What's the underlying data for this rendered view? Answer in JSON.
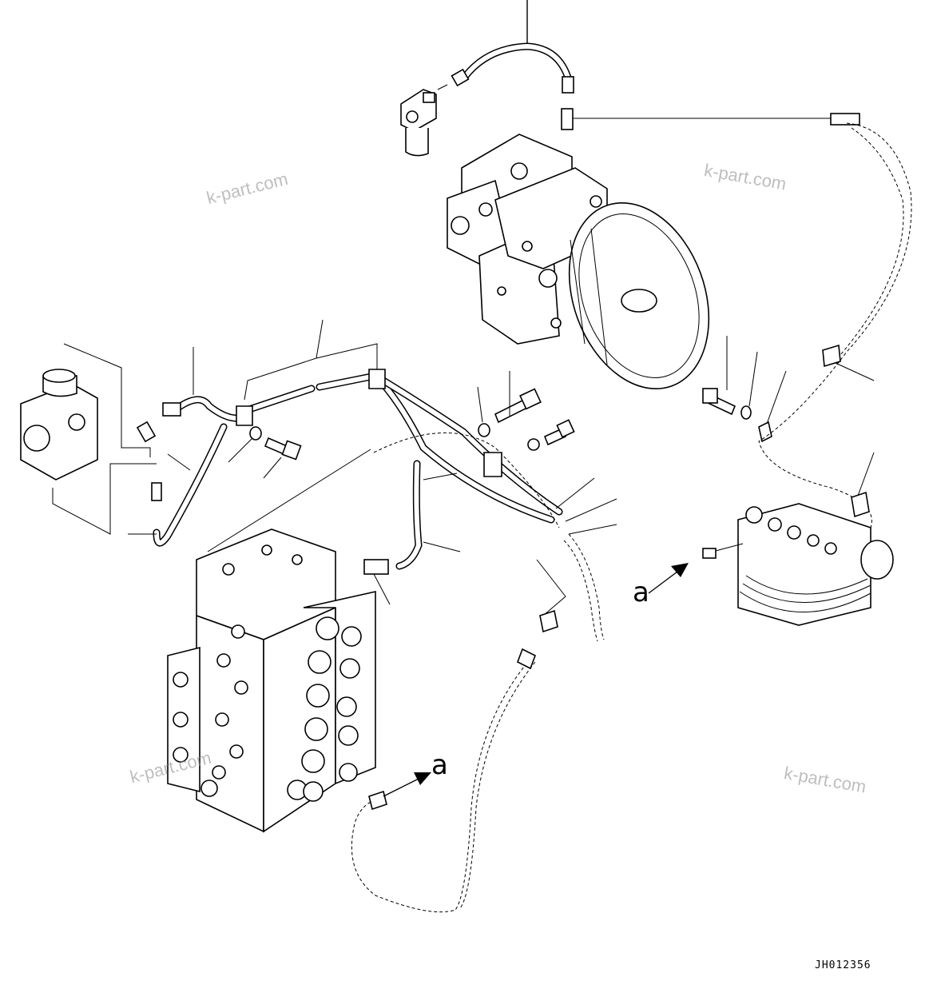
{
  "watermarks": [
    "k-part.com",
    "k-part.com",
    "k-part.com",
    "k-part.com"
  ],
  "callouts": {
    "view_a_upper": "a",
    "view_a_lower": "a"
  },
  "drawing_id": "JH012356"
}
